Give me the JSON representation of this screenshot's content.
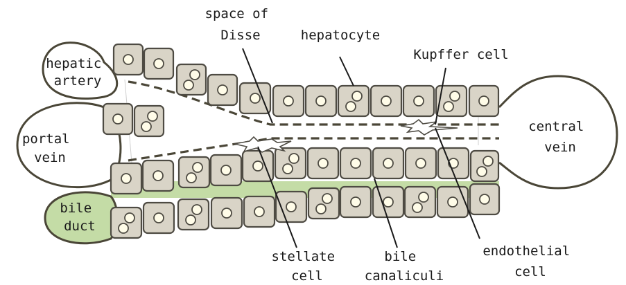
{
  "labels": {
    "hepatic_artery": [
      "hepatic",
      "artery"
    ],
    "portal_vein": [
      "portal",
      "vein"
    ],
    "bile_duct": [
      "bile",
      "duct"
    ],
    "central_vein": [
      "central",
      "vein"
    ],
    "space_of_disse": [
      "space of",
      "Disse"
    ],
    "hepatocyte": "hepatocyte",
    "kupffer_cell": "Kupffer cell",
    "stellate_cell": [
      "stellate",
      "cell"
    ],
    "bile_canaliculi": [
      "bile",
      "canaliculi"
    ],
    "endothelial_cell": [
      "endothelial",
      "cell"
    ]
  },
  "colors": {
    "cell_fill": "#d9d4c7",
    "cell_stroke": "#4e4b43",
    "nucleus_fill": "#fffce8",
    "bile_green": "#c4dca6",
    "line_dark": "#4a4637"
  }
}
